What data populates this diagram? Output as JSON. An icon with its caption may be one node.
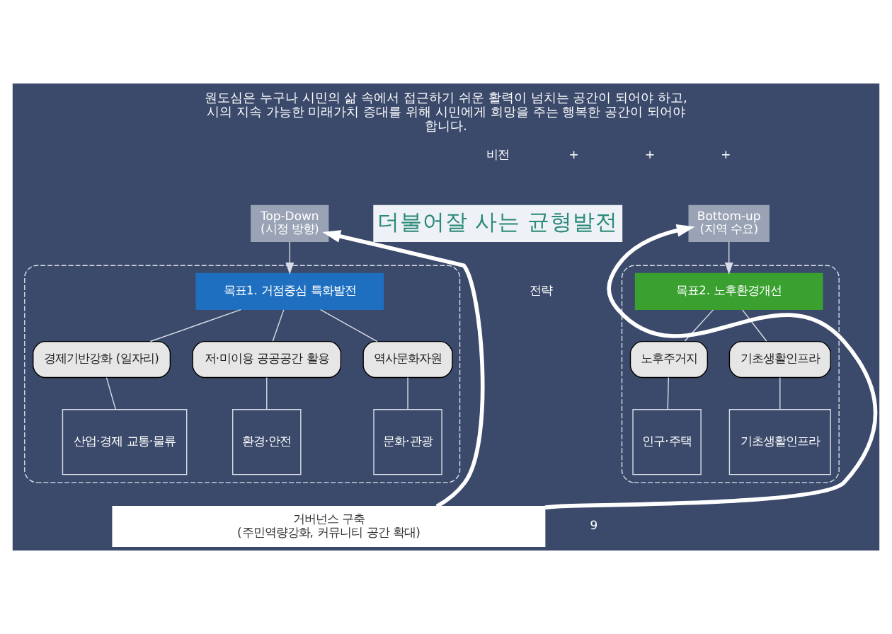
{
  "diagram": {
    "title": "원도심은 누구나 시민의 삶 속에서 접근하기 쉬운 활력이 넘치는 공간이 되어야 하고, 시의 지속 가능한 미래가치 증대를 위해 시민에게 희망을 주는 행복한 공간이 되어야 합니다.",
    "nodes": [
      {
        "text": [
          "Top-Down",
          "(시정 방향)"
        ]
      },
      {
        "text": [],
        "shape": "box"
      },
      {
        "text": [
          "목표1. 거점중심 특화발전"
        ],
        "in": 1
      },
      {
        "text": [
          "역사문화자원"
        ],
        "in": 1
      },
      {
        "text": [
          "경제기반강화 (일자리)"
        ],
        "in": 1
      },
      {
        "text": [
          "저·미이용 공공공간 활용"
        ],
        "in": 1
      },
      {
        "text": [
          "문화·관광"
        ],
        "in": 1
      },
      {
        "text": [
          "산업·경제 교통·물류"
        ],
        "in": 1
      },
      {
        "text": [
          "환경·안전"
        ],
        "in": 1
      },
      {
        "text": [],
        "shape": "box"
      },
      {
        "text": [
          "목표2. 노후환경개선"
        ],
        "in": 9
      },
      {
        "text": [
          "노후주거지"
        ],
        "in": 9
      },
      {
        "text": [
          "기초생활인프라"
        ],
        "in": 9
      },
      {
        "text": [
          "인구·주택"
        ],
        "in": 9
      },
      {
        "text": [
          "기초생활인프라"
        ],
        "in": 9
      },
      {
        "text": [
          "Bottom-up",
          "(지역 수요)"
        ]
      },
      {
        "text": [
          "거버넌스 구축",
          "(주민역량강화, 커뮤니티 공간 확대)"
        ]
      }
    ],
    "edges": [
      {
        "from": 0,
        "to": 2,
        "arrow": "to"
      },
      {
        "from": 15,
        "to": 10,
        "arrow": "to"
      },
      {
        "from": 2,
        "to": 3,
        "arrow": "none"
      },
      {
        "from": 2,
        "to": 4,
        "arrow": "none"
      },
      {
        "from": 2,
        "to": 5,
        "arrow": "none"
      },
      {
        "from": 3,
        "to": 6,
        "arrow": "none"
      },
      {
        "from": 4,
        "to": 7,
        "arrow": "none"
      },
      {
        "from": 5,
        "to": 8,
        "arrow": "none"
      },
      {
        "from": 10,
        "to": 11,
        "arrow": "none"
      },
      {
        "from": 10,
        "to": 12,
        "arrow": "none"
      },
      {
        "from": 11,
        "to": 13,
        "arrow": "none"
      },
      {
        "from": 12,
        "to": 14,
        "arrow": "none"
      },
      {
        "from": 16,
        "to": 0,
        "arrow": "to",
        "style": "thick",
        "color": "#ffffff"
      },
      {
        "from": 16,
        "to": 15,
        "arrow": "to",
        "style": "thick",
        "color": "#ffffff"
      }
    ],
    "labels": [
      "비전",
      "더불어잘 사는 균형발전",
      "전략",
      "+",
      "+",
      "+",
      "9"
    ]
  }
}
